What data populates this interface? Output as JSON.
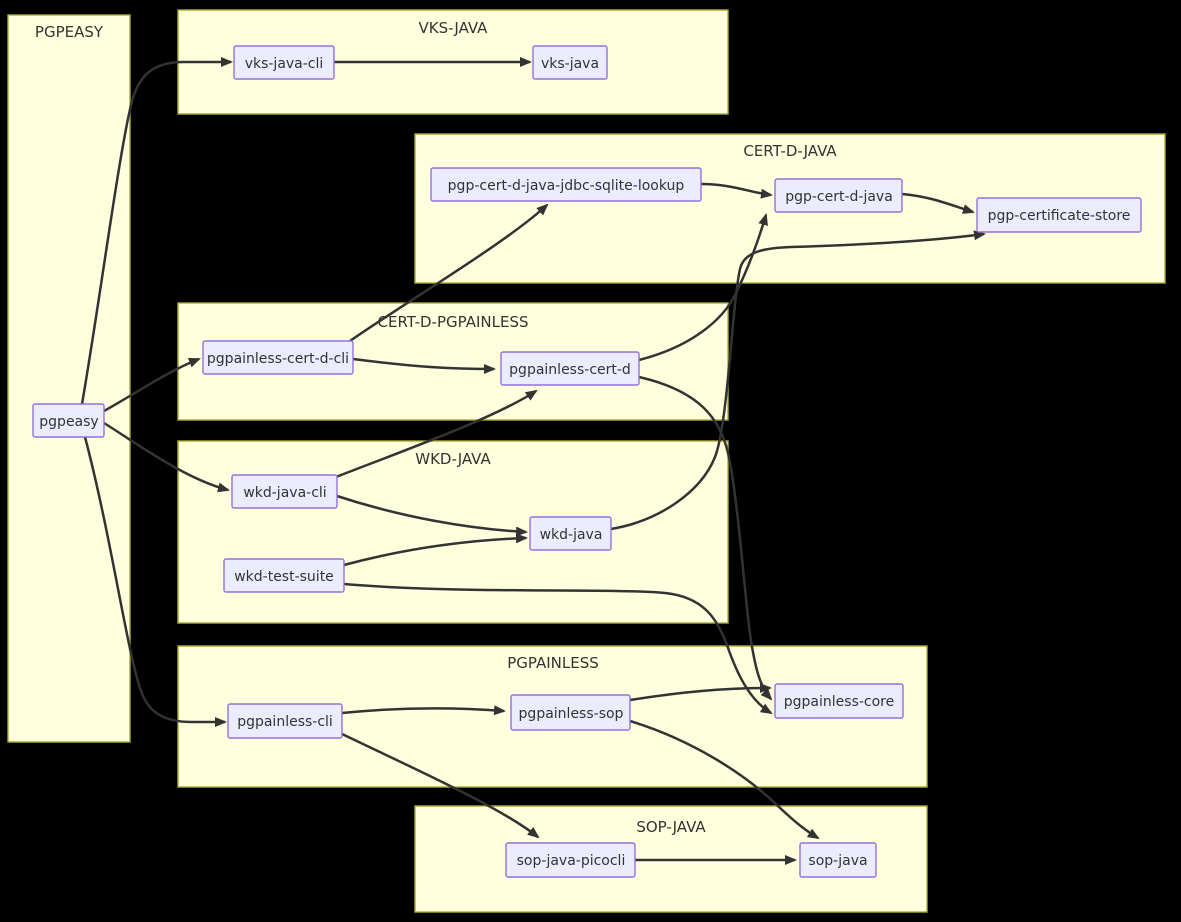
{
  "background_color": "#000000",
  "style": {
    "cluster_fill": "#ffffde",
    "cluster_border": "#aaaa33",
    "node_fill": "#ececff",
    "node_border": "#9370db",
    "edge_color": "#333333",
    "text_color": "#333333"
  },
  "diagram": {
    "type": "flowchart",
    "direction": "left-to-right",
    "clusters": [
      {
        "id": "pgpeasy-group",
        "title": "PGPEASY",
        "nodes": [
          "pgpeasy"
        ]
      },
      {
        "id": "vks-java-group",
        "title": "VKS-JAVA",
        "nodes": [
          "vks-java-cli",
          "vks-java"
        ]
      },
      {
        "id": "cert-d-java-group",
        "title": "CERT-D-JAVA",
        "nodes": [
          "pgp-cert-d-java-jdbc-sqlite-lookup",
          "pgp-cert-d-java",
          "pgp-certificate-store"
        ]
      },
      {
        "id": "cert-d-pgpainless-group",
        "title": "CERT-D-PGPAINLESS",
        "nodes": [
          "pgpainless-cert-d-cli",
          "pgpainless-cert-d"
        ]
      },
      {
        "id": "wkd-java-group",
        "title": "WKD-JAVA",
        "nodes": [
          "wkd-java-cli",
          "wkd-java",
          "wkd-test-suite"
        ]
      },
      {
        "id": "pgpainless-group",
        "title": "PGPAINLESS",
        "nodes": [
          "pgpainless-cli",
          "pgpainless-sop",
          "pgpainless-core"
        ]
      },
      {
        "id": "sop-java-group",
        "title": "SOP-JAVA",
        "nodes": [
          "sop-java-picocli",
          "sop-java"
        ]
      }
    ],
    "nodes": [
      {
        "id": "pgpeasy",
        "label": "pgpeasy"
      },
      {
        "id": "vks-java-cli",
        "label": "vks-java-cli"
      },
      {
        "id": "vks-java",
        "label": "vks-java"
      },
      {
        "id": "pgp-cert-d-java-jdbc-sqlite-lookup",
        "label": "pgp-cert-d-java-jdbc-sqlite-lookup"
      },
      {
        "id": "pgp-cert-d-java",
        "label": "pgp-cert-d-java"
      },
      {
        "id": "pgp-certificate-store",
        "label": "pgp-certificate-store"
      },
      {
        "id": "pgpainless-cert-d-cli",
        "label": "pgpainless-cert-d-cli"
      },
      {
        "id": "pgpainless-cert-d",
        "label": "pgpainless-cert-d"
      },
      {
        "id": "wkd-java-cli",
        "label": "wkd-java-cli"
      },
      {
        "id": "wkd-java",
        "label": "wkd-java"
      },
      {
        "id": "wkd-test-suite",
        "label": "wkd-test-suite"
      },
      {
        "id": "pgpainless-cli",
        "label": "pgpainless-cli"
      },
      {
        "id": "pgpainless-sop",
        "label": "pgpainless-sop"
      },
      {
        "id": "pgpainless-core",
        "label": "pgpainless-core"
      },
      {
        "id": "sop-java-picocli",
        "label": "sop-java-picocli"
      },
      {
        "id": "sop-java",
        "label": "sop-java"
      }
    ],
    "edges": [
      {
        "from": "pgpeasy",
        "to": "vks-java-cli"
      },
      {
        "from": "pgpeasy",
        "to": "pgpainless-cert-d-cli"
      },
      {
        "from": "pgpeasy",
        "to": "wkd-java-cli"
      },
      {
        "from": "pgpeasy",
        "to": "pgpainless-cli"
      },
      {
        "from": "vks-java-cli",
        "to": "vks-java"
      },
      {
        "from": "pgp-cert-d-java-jdbc-sqlite-lookup",
        "to": "pgp-cert-d-java"
      },
      {
        "from": "pgp-cert-d-java",
        "to": "pgp-certificate-store"
      },
      {
        "from": "pgpainless-cert-d-cli",
        "to": "pgpainless-cert-d"
      },
      {
        "from": "pgpainless-cert-d-cli",
        "to": "pgp-cert-d-java-jdbc-sqlite-lookup"
      },
      {
        "from": "pgpainless-cert-d",
        "to": "pgp-cert-d-java"
      },
      {
        "from": "pgpainless-cert-d",
        "to": "pgpainless-core"
      },
      {
        "from": "wkd-java-cli",
        "to": "wkd-java"
      },
      {
        "from": "wkd-java-cli",
        "to": "pgpainless-cert-d"
      },
      {
        "from": "wkd-test-suite",
        "to": "wkd-java"
      },
      {
        "from": "wkd-test-suite",
        "to": "pgpainless-core"
      },
      {
        "from": "wkd-java",
        "to": "pgp-certificate-store"
      },
      {
        "from": "pgpainless-cli",
        "to": "pgpainless-sop"
      },
      {
        "from": "pgpainless-cli",
        "to": "sop-java-picocli"
      },
      {
        "from": "pgpainless-sop",
        "to": "pgpainless-core"
      },
      {
        "from": "pgpainless-sop",
        "to": "sop-java"
      },
      {
        "from": "sop-java-picocli",
        "to": "sop-java"
      }
    ]
  }
}
